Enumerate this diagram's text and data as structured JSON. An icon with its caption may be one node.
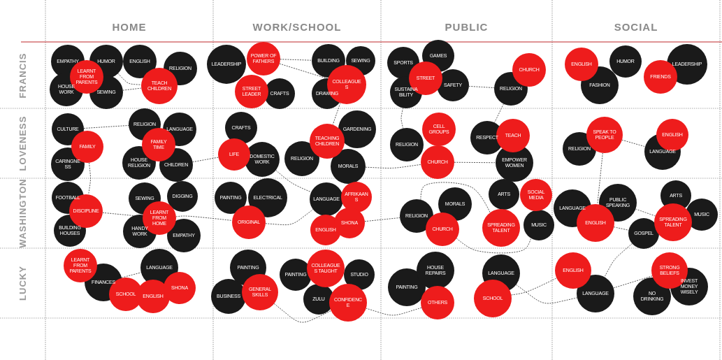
{
  "diagram": {
    "nodes": [
      {
        "text": [
          "EMPATHY"
        ]
      },
      {
        "text": [
          "HUMOR"
        ]
      },
      {
        "text": [
          "HOUSE WORK"
        ]
      },
      {
        "text": [
          "SEWING"
        ]
      },
      {
        "text": [
          "LEARNT FROM PARENTS"
        ]
      },
      {
        "text": [
          "ENGLISH"
        ]
      },
      {
        "text": [
          "RELIGION"
        ]
      },
      {
        "text": [
          "TEACH CHILDREN"
        ]
      },
      {
        "text": [
          "LEADERSHIP"
        ]
      },
      {
        "text": [
          "POWER OF FATHERS"
        ]
      },
      {
        "text": [
          "STREET LEADER"
        ]
      },
      {
        "text": [
          "CRAFTS"
        ]
      },
      {
        "text": [
          "BUILDING"
        ]
      },
      {
        "text": [
          "SEWING"
        ]
      },
      {
        "text": [
          "DRAWING"
        ]
      },
      {
        "text": [
          "COLLEAGUES"
        ]
      },
      {
        "text": [
          "SPORTS"
        ]
      },
      {
        "text": [
          "GAMES"
        ]
      },
      {
        "text": [
          "SAFETY"
        ]
      },
      {
        "text": [
          "SUSTAINABILITY"
        ]
      },
      {
        "text": [
          "STREET"
        ]
      },
      {
        "text": [
          "CHURCH"
        ]
      },
      {
        "text": [
          "RELIGION"
        ]
      },
      {
        "text": [
          "ENGLISH"
        ]
      },
      {
        "text": [
          "FASHION"
        ]
      },
      {
        "text": [
          "HUMOR"
        ]
      },
      {
        "text": [
          "LEADERSHIP"
        ]
      },
      {
        "text": [
          "FRIENDS"
        ]
      },
      {
        "text": [
          "CULTURE"
        ]
      },
      {
        "text": [
          "CARINGNESS"
        ]
      },
      {
        "text": [
          "FAMILY"
        ]
      },
      {
        "text": [
          "RELIGION"
        ]
      },
      {
        "text": [
          "LANGUAGE"
        ]
      },
      {
        "text": [
          "HOUSE RELIGION"
        ]
      },
      {
        "text": [
          "CHILDREN"
        ]
      },
      {
        "text": [
          "FAMILY TIME"
        ]
      },
      {
        "text": [
          "CRAFTS"
        ]
      },
      {
        "text": [
          "LIFE"
        ]
      },
      {
        "text": [
          "DOMESTIC WORK"
        ]
      },
      {
        "text": [
          "GARDENING"
        ]
      },
      {
        "text": [
          "RELIGION"
        ]
      },
      {
        "text": [
          "MORALS"
        ]
      },
      {
        "text": [
          "TEACHING CHILDREN"
        ]
      },
      {
        "text": [
          "RELIGION"
        ]
      },
      {
        "text": [
          "CELL GROUPS"
        ]
      },
      {
        "text": [
          "CHURCH"
        ]
      },
      {
        "text": [
          "RESPECT"
        ]
      },
      {
        "text": [
          "EMPOWER WOMEN"
        ]
      },
      {
        "text": [
          "TEACH"
        ]
      },
      {
        "text": [
          "RELIGION"
        ]
      },
      {
        "text": [
          "SPEAK TO PEOPLE"
        ]
      },
      {
        "text": [
          "LANGUAGE"
        ]
      },
      {
        "text": [
          "ENGLISH"
        ]
      },
      {
        "text": [
          "FOOTBALL"
        ]
      },
      {
        "text": [
          "BUILDING HOUSES"
        ]
      },
      {
        "text": [
          "DISCIPLINE"
        ]
      },
      {
        "text": [
          "SEWING"
        ]
      },
      {
        "text": [
          "DIGGING"
        ]
      },
      {
        "text": [
          "HANDY WORK"
        ]
      },
      {
        "text": [
          "EMPATHY"
        ]
      },
      {
        "text": [
          "LEARNT FROM HOME"
        ]
      },
      {
        "text": [
          "PAINTING"
        ]
      },
      {
        "text": [
          "ELECTRICAL"
        ]
      },
      {
        "text": [
          "ORIGINAL"
        ]
      },
      {
        "text": [
          "LANGUAGE"
        ]
      },
      {
        "text": [
          "AFRIKAANS"
        ]
      },
      {
        "text": [
          "ENGLISH"
        ]
      },
      {
        "text": [
          "SHONA"
        ]
      },
      {
        "text": [
          "RELIGION"
        ]
      },
      {
        "text": [
          "MORALS"
        ]
      },
      {
        "text": [
          "CHURCH"
        ]
      },
      {
        "text": [
          "ARTS"
        ]
      },
      {
        "text": [
          "MUSIC"
        ]
      },
      {
        "text": [
          "SOCIAL MEDIA"
        ]
      },
      {
        "text": [
          "SPREADING TALENT"
        ]
      },
      {
        "text": [
          "LANGUAGE"
        ]
      },
      {
        "text": [
          "PUBLIC SPEAKING"
        ]
      },
      {
        "text": [
          "GOSPEL"
        ]
      },
      {
        "text": [
          "ENGLISH"
        ]
      },
      {
        "text": [
          "ARTS"
        ]
      },
      {
        "text": [
          "MUSIC"
        ]
      },
      {
        "text": [
          "SPREADING TALENT"
        ]
      },
      {
        "text": [
          "LEARNT FROM PARENTS"
        ]
      },
      {
        "text": [
          "FINANCES"
        ]
      },
      {
        "text": [
          "LANGUAGE"
        ]
      },
      {
        "text": [
          "SCHOOL"
        ]
      },
      {
        "text": [
          "ENGLISH"
        ]
      },
      {
        "text": [
          "SHONA"
        ]
      },
      {
        "text": [
          "PAINTING"
        ]
      },
      {
        "text": [
          "BUSINESS"
        ]
      },
      {
        "text": [
          "GENERAL SKILLS"
        ]
      },
      {
        "text": [
          "PAINTING"
        ]
      },
      {
        "text": [
          "STUDIO"
        ]
      },
      {
        "text": [
          "ZULU"
        ]
      },
      {
        "text": [
          "COLLEAGUES TAUGHT"
        ]
      },
      {
        "text": [
          "CONFIDENCE"
        ]
      },
      {
        "text": [
          "PAINTING"
        ]
      },
      {
        "text": [
          "HOUSE REPAIRS"
        ]
      },
      {
        "text": [
          "OTHERS"
        ]
      },
      {
        "text": [
          "LANGUAGE"
        ]
      },
      {
        "text": [
          "SCHOOL"
        ]
      },
      {
        "text": [
          "ENGLISH"
        ]
      },
      {
        "text": [
          "LANGUAGE"
        ]
      },
      {
        "text": [
          "NO DRINKING"
        ]
      },
      {
        "text": [
          "INVEST MONEY WISELY"
        ]
      },
      {
        "text": [
          "STRONG BELIEFS"
        ]
      }
    ],
    "edges": [
      {
        "from": 1,
        "to": 7,
        "arrow": "none",
        "style": "dashed"
      },
      {
        "from": 3,
        "to": 7,
        "arrow": "none",
        "style": "dashed"
      },
      {
        "from": 9,
        "to": 12,
        "arrow": "none",
        "style": "dashed"
      },
      {
        "from": 9,
        "to": 15,
        "arrow": "none",
        "style": "dashed"
      },
      {
        "from": 18,
        "to": 22,
        "arrow": "none",
        "style": "dashed"
      },
      {
        "from": 22,
        "to": 46,
        "arrow": "none",
        "style": "dashed"
      },
      {
        "from": 19,
        "to": 43,
        "arrow": "none",
        "style": "dashed"
      },
      {
        "from": 28,
        "to": 31,
        "arrow": "none",
        "style": "dashed"
      },
      {
        "from": 34,
        "to": 37,
        "arrow": "none",
        "style": "dashed"
      },
      {
        "from": 30,
        "to": 55,
        "arrow": "none",
        "style": "dashed"
      },
      {
        "from": 41,
        "to": 45,
        "arrow": "none",
        "style": "dashed"
      },
      {
        "from": 15,
        "to": 42,
        "arrow": "none",
        "style": "dashed"
      },
      {
        "from": 38,
        "to": 64,
        "arrow": "none",
        "style": "dashed"
      },
      {
        "from": 45,
        "to": 47,
        "arrow": "none",
        "style": "dashed"
      },
      {
        "from": 50,
        "to": 51,
        "arrow": "none",
        "style": "dashed"
      },
      {
        "from": 50,
        "to": 78,
        "arrow": "none",
        "style": "dashed"
      },
      {
        "from": 55,
        "to": 60,
        "arrow": "none",
        "style": "dashed"
      },
      {
        "from": 60,
        "to": 63,
        "arrow": "none",
        "style": "dashed"
      },
      {
        "from": 63,
        "to": 64,
        "arrow": "none",
        "style": "dashed"
      },
      {
        "from": 67,
        "to": 68,
        "arrow": "none",
        "style": "dashed"
      },
      {
        "from": 68,
        "to": 74,
        "arrow": "none",
        "style": "dashed"
      },
      {
        "from": 70,
        "to": 72,
        "arrow": "none",
        "style": "dashed"
      },
      {
        "from": 76,
        "to": 81,
        "arrow": "none",
        "style": "dashed"
      },
      {
        "from": 78,
        "to": 77,
        "arrow": "none",
        "style": "dashed"
      },
      {
        "from": 77,
        "to": 102,
        "arrow": "none",
        "style": "dashed"
      },
      {
        "from": 83,
        "to": 84,
        "arrow": "none",
        "style": "dashed"
      },
      {
        "from": 90,
        "to": 95,
        "arrow": "none",
        "style": "dashed"
      },
      {
        "from": 98,
        "to": 95,
        "arrow": "none",
        "style": "dashed"
      },
      {
        "from": 100,
        "to": 101,
        "arrow": "none",
        "style": "dashed"
      },
      {
        "from": 99,
        "to": 102,
        "arrow": "none",
        "style": "dashed"
      },
      {
        "from": 102,
        "to": 105,
        "arrow": "none",
        "style": "dashed"
      }
    ],
    "labels": [
      "HOME",
      "WORK/SCHOOL",
      "PUBLIC",
      "SOCIAL",
      "FRANCIS",
      "LOVENESS",
      "WASHINGTON",
      "LUCKY"
    ]
  }
}
